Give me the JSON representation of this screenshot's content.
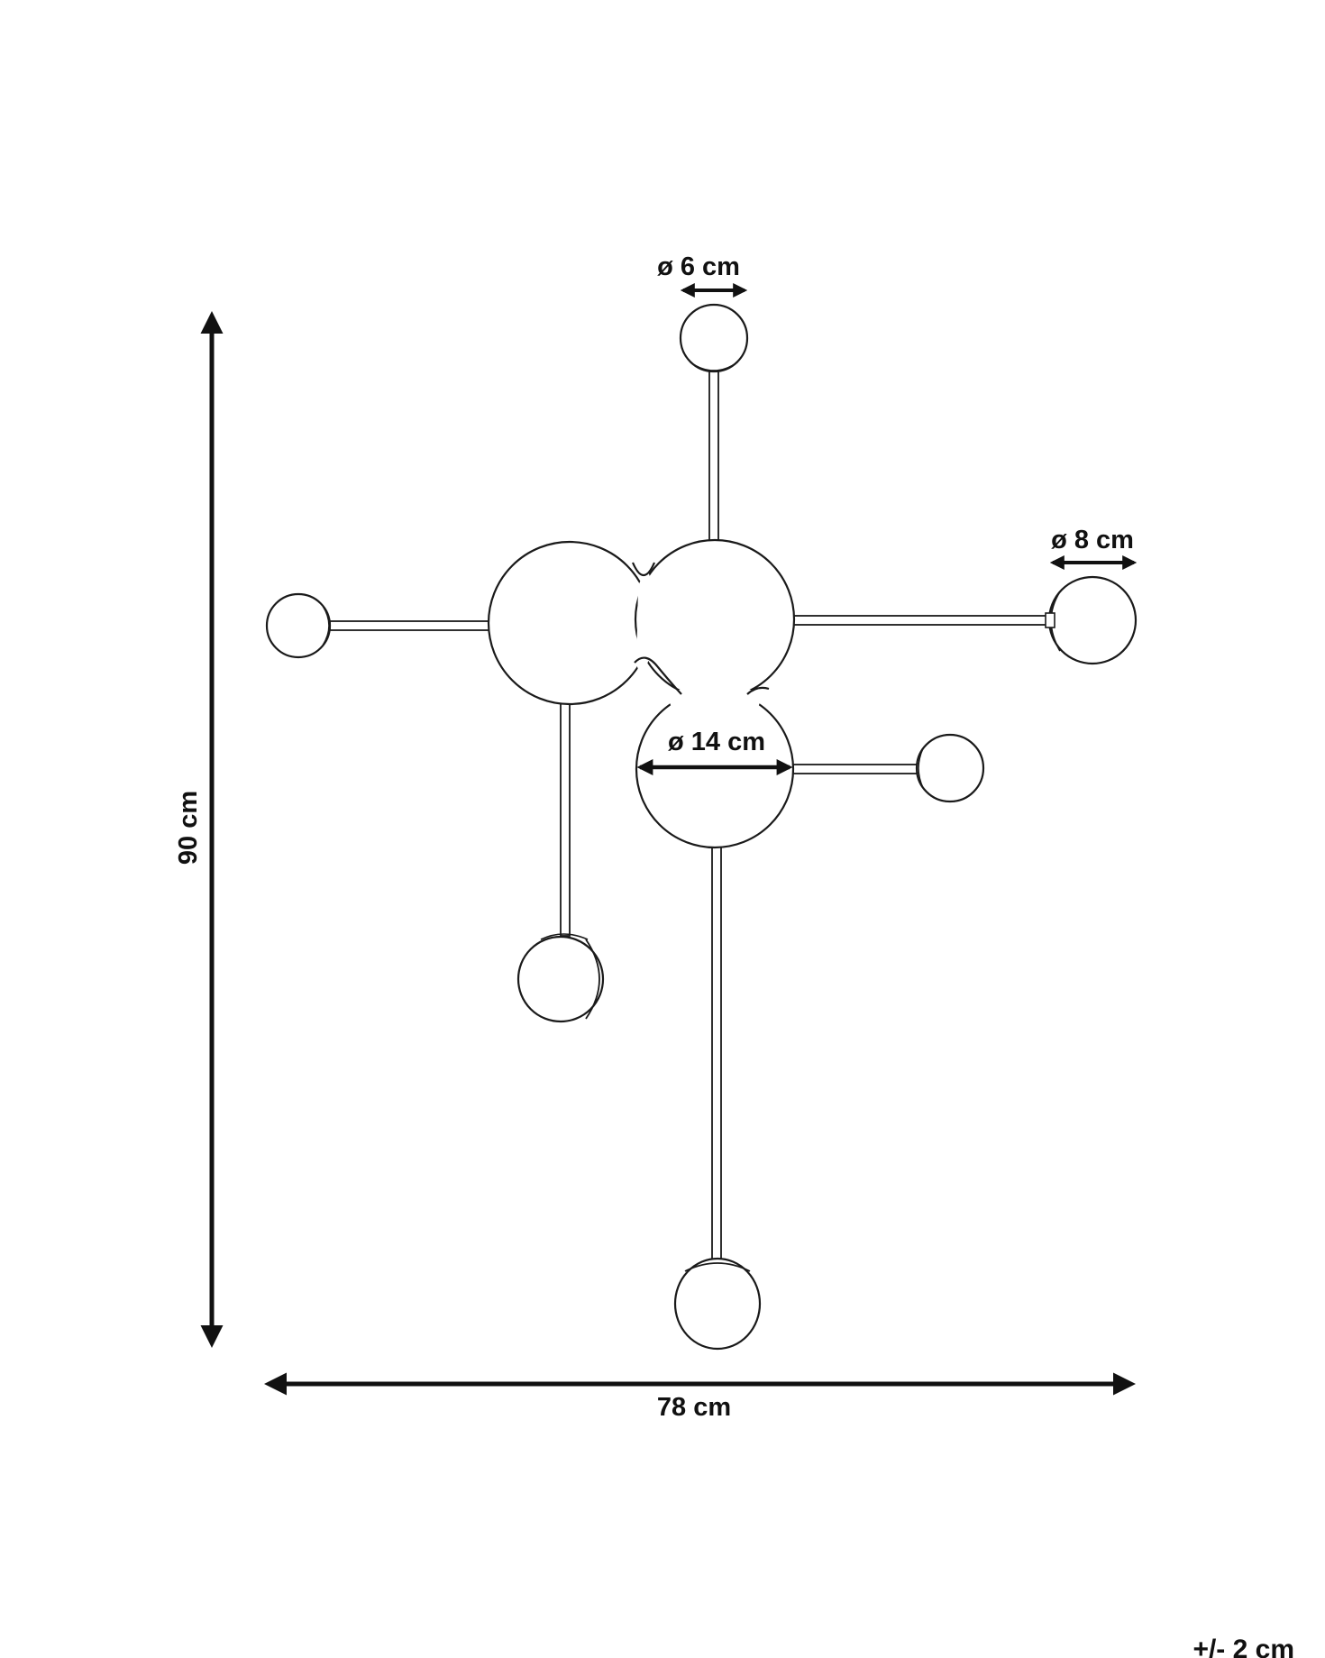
{
  "drawing": {
    "ink_color": "#111111",
    "background": "#ffffff"
  },
  "dimensions": {
    "height_label": "90 cm",
    "width_label": "78 cm",
    "small_globe_label": "ø 6 cm",
    "medium_globe_label": "ø 8 cm",
    "canopy_label": "ø 14 cm",
    "tolerance_label": "+/- 2 cm"
  }
}
